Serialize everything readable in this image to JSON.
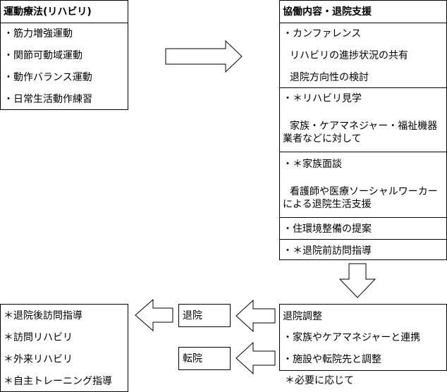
{
  "exercise": {
    "title": "運動療法(リハビリ)",
    "items": [
      "・筋力増強運動",
      "・関節可動域運動",
      "・動作バランス運動",
      "・日常生活動作練習"
    ]
  },
  "collab": {
    "title": "協働内容・退院支援",
    "conference": {
      "label": "・カンファレンス",
      "line1": "リハビリの進捗状況の共有",
      "line2": "退院方向性の検討"
    },
    "observation": {
      "label": "・＊リハビリ見学",
      "detail": "家族・ケアマネジャー・福祉機器業者などに対して"
    },
    "family": {
      "label": "・＊家族面談",
      "detail": "看護師や医療ソーシャルワーカーによる退院生活支援"
    },
    "housing": "・住環境整備の提案",
    "previsit": "・＊退院前訪問指導"
  },
  "adjust": {
    "title": "退院調整",
    "items": [
      "・家族やケアマネジャーと連携",
      "・施設や転院先と調整"
    ]
  },
  "note": "＊必要に応じて",
  "discharge": "退院",
  "transfer": "転院",
  "followup": {
    "items": [
      "＊退院後訪問指導",
      "＊訪問リハビリ",
      "＊外来リハビリ",
      "＊自主トレーニング指導"
    ]
  }
}
